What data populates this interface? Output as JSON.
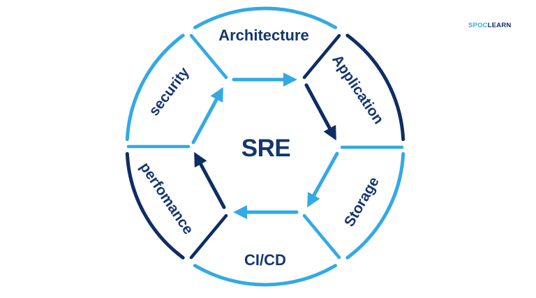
{
  "colors": {
    "light_blue": "#33A9E5",
    "navy": "#0E2D64",
    "text_navy": "#15366E",
    "background": "#FFFFFF"
  },
  "logo": {
    "part1": "SPOC",
    "part2": "LEARN"
  },
  "diagram": {
    "center_label": "SRE",
    "segments": [
      {
        "id": "architecture",
        "label": "Architecture",
        "stroke": "light_blue"
      },
      {
        "id": "application",
        "label": "Application",
        "stroke": "navy"
      },
      {
        "id": "storage",
        "label": "Storage",
        "stroke": "light_blue"
      },
      {
        "id": "cicd",
        "label": "CI/CD",
        "stroke": "light_blue"
      },
      {
        "id": "performance",
        "label": "perfomance",
        "stroke": "navy"
      },
      {
        "id": "security",
        "label": "security",
        "stroke": "light_blue"
      }
    ],
    "cycle_order": [
      "security",
      "Architecture",
      "Application",
      "Storage",
      "CI/CD",
      "perfomance"
    ],
    "cycle_direction": "clockwise"
  }
}
